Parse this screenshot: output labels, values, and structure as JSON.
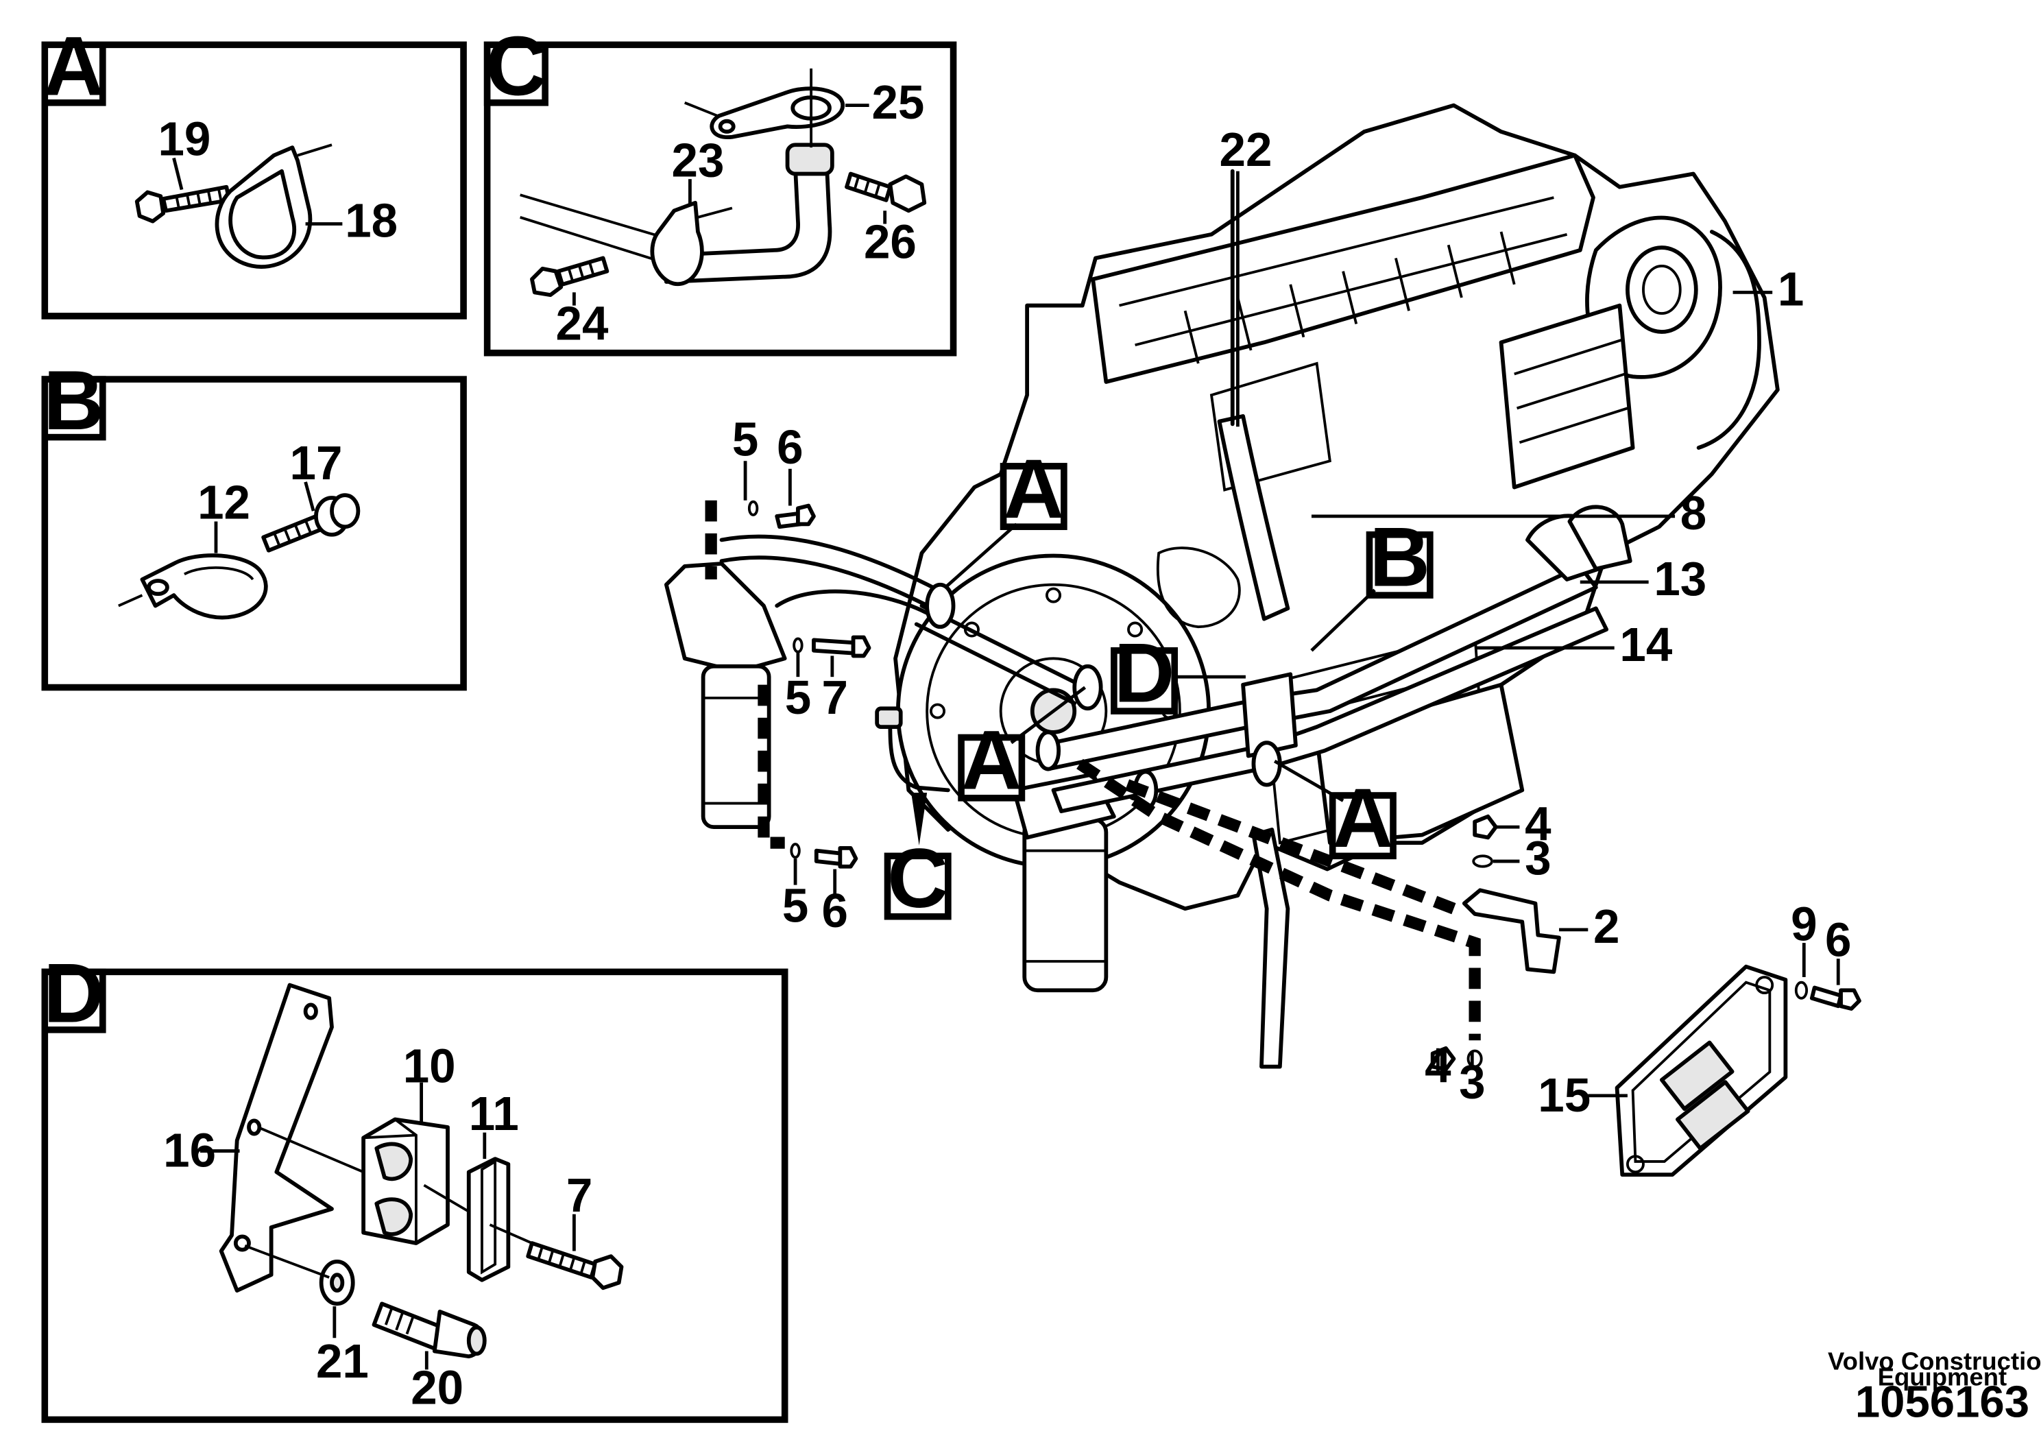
{
  "drawing": {
    "details": {
      "A": {
        "tag": "A",
        "callouts": [
          "19",
          "18"
        ]
      },
      "B": {
        "tag": "B",
        "callouts": [
          "17",
          "12"
        ]
      },
      "C": {
        "tag": "C",
        "callouts": [
          "25",
          "23",
          "26",
          "24"
        ]
      },
      "D": {
        "tag": "D",
        "callouts": [
          "10",
          "11",
          "16",
          "7",
          "21",
          "20"
        ]
      }
    },
    "main_tags": {
      "a1": "A",
      "a2": "A",
      "a3": "A",
      "b": "B",
      "c": "C",
      "d": "D"
    },
    "callouts": {
      "c22": "22",
      "c1": "1",
      "c5a": "5",
      "c6a": "6",
      "c8": "8",
      "c13": "13",
      "c14": "14",
      "c5b": "5",
      "c7": "7",
      "c5c": "5",
      "c6c": "6",
      "c4a": "4",
      "c3a": "3",
      "c2": "2",
      "c9": "9",
      "c6d": "6",
      "c4b": "4",
      "c3b": "3",
      "c15": "15"
    },
    "credit": {
      "line1": "Volvo Construction",
      "line2": "Equipment",
      "doc_number": "1056163"
    }
  }
}
